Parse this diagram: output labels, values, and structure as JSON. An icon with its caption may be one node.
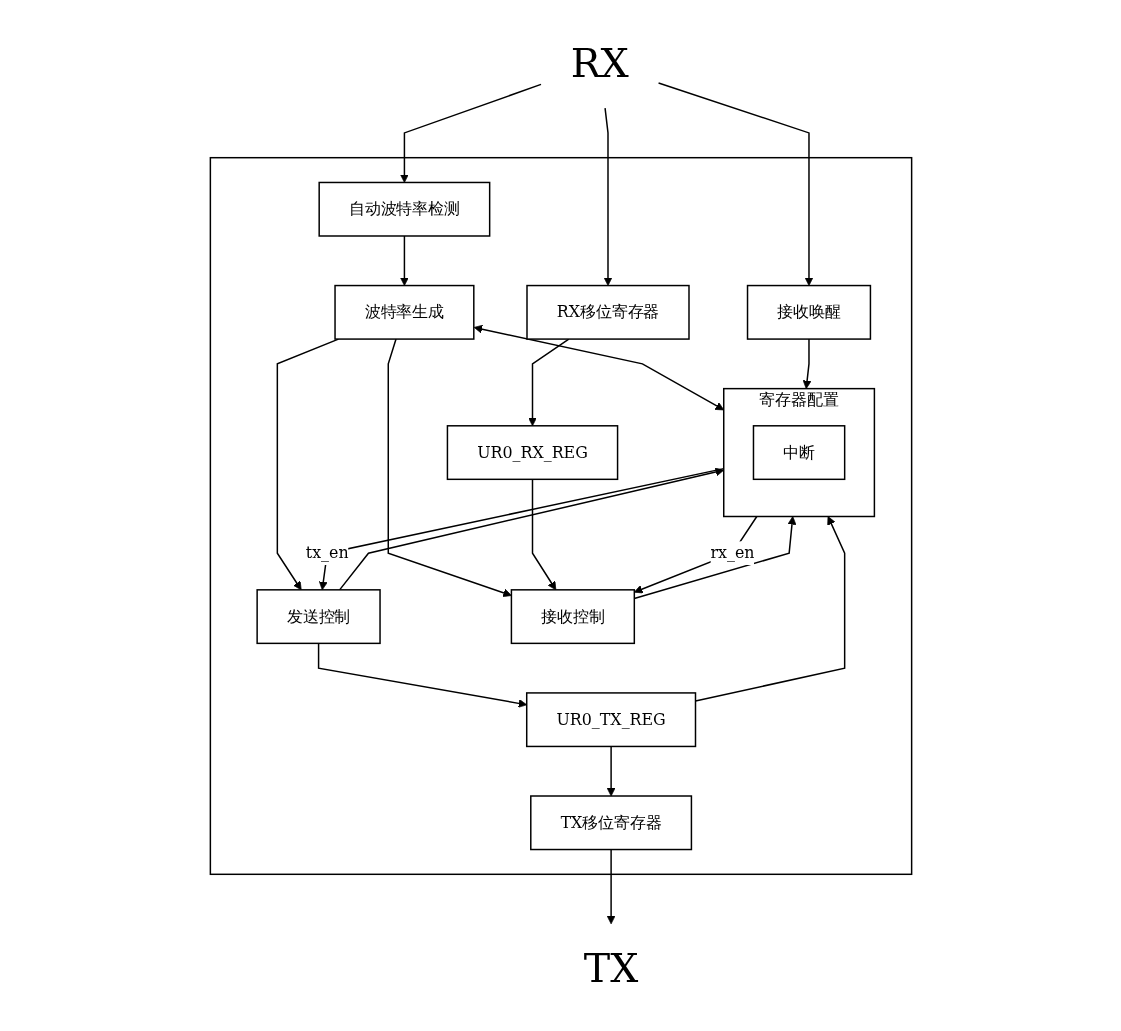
{
  "diagram": {
    "nodes": [
      {
        "text": [],
        "shape": "box"
      },
      {
        "text": [
          "TX"
        ]
      },
      {
        "text": [
          "TX移位寄存器"
        ],
        "in": 0
      },
      {
        "text": [
          "UR0_TX_REG"
        ],
        "in": 0
      },
      {
        "text": [
          "寄存器配置"
        ],
        "in": 0
      },
      {
        "text": [
          "发送控制"
        ],
        "in": 0
      },
      {
        "text": [
          "自动波特率检测"
        ],
        "in": 0
      },
      {
        "text": [
          "波特率生成"
        ],
        "in": 0
      },
      {
        "text": [
          "接收控制"
        ],
        "in": 0
      },
      {
        "text": [
          "中断"
        ],
        "in": 4
      },
      {
        "text": [
          "RX"
        ]
      },
      {
        "text": [
          "RX移位寄存器"
        ],
        "in": 0
      },
      {
        "text": [
          "UR0_RX_REG"
        ],
        "in": 0
      },
      {
        "text": [
          "接收唤醒"
        ],
        "in": 0
      }
    ],
    "edges": [
      {
        "from": 2,
        "to": 1,
        "arrow": "to"
      },
      {
        "from": 3,
        "to": 2,
        "arrow": "to"
      },
      {
        "from": 3,
        "to": 4,
        "arrow": "to"
      },
      {
        "from": 5,
        "to": 3,
        "arrow": "to"
      },
      {
        "from": 4,
        "to": 5,
        "arrow": "to",
        "label": "tx_en"
      },
      {
        "from": 5,
        "to": 4,
        "arrow": "to"
      },
      {
        "from": 6,
        "to": 7,
        "arrow": "to"
      },
      {
        "from": 7,
        "to": 5,
        "arrow": "to"
      },
      {
        "from": 7,
        "to": 4,
        "arrow": "both"
      },
      {
        "from": 7,
        "to": 8,
        "arrow": "to"
      },
      {
        "from": 4,
        "to": 8,
        "arrow": "to",
        "label": "rx_en"
      },
      {
        "from": 8,
        "to": 4,
        "arrow": "to"
      },
      {
        "from": 12,
        "to": 8,
        "arrow": "to"
      },
      {
        "from": 10,
        "to": 11,
        "arrow": "to"
      },
      {
        "from": 11,
        "to": 12,
        "arrow": "to"
      },
      {
        "from": 10,
        "to": 6,
        "arrow": "to"
      },
      {
        "from": 10,
        "to": 13,
        "arrow": "to"
      },
      {
        "from": 13,
        "to": 4,
        "arrow": "to"
      }
    ]
  }
}
